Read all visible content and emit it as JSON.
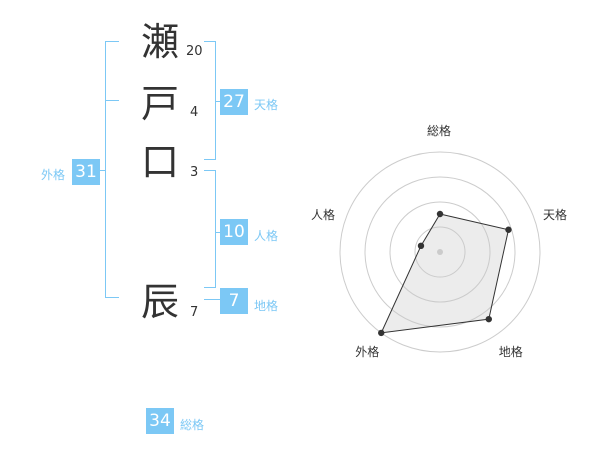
{
  "colors": {
    "accent": "#7cc8f5",
    "text": "#333333"
  },
  "name": {
    "characters": [
      {
        "char": "瀬",
        "strokes": "20"
      },
      {
        "char": "戸",
        "strokes": "4"
      },
      {
        "char": "口",
        "strokes": "3"
      },
      {
        "char": "辰",
        "strokes": "7"
      }
    ]
  },
  "fortune": {
    "tenkaku": {
      "value": "27",
      "label": "天格"
    },
    "jinkaku": {
      "value": "10",
      "label": "人格"
    },
    "chikaku": {
      "value": "7",
      "label": "地格"
    },
    "gaikaku": {
      "value": "31",
      "label": "外格"
    },
    "soukaku": {
      "value": "34",
      "label": "総格"
    }
  },
  "radar": {
    "axes": [
      "総格",
      "天格",
      "地格",
      "外格",
      "人格"
    ],
    "levels": 4,
    "values": [
      0.38,
      0.72,
      0.83,
      1.0,
      0.2
    ],
    "value_scale": "fraction of max"
  }
}
